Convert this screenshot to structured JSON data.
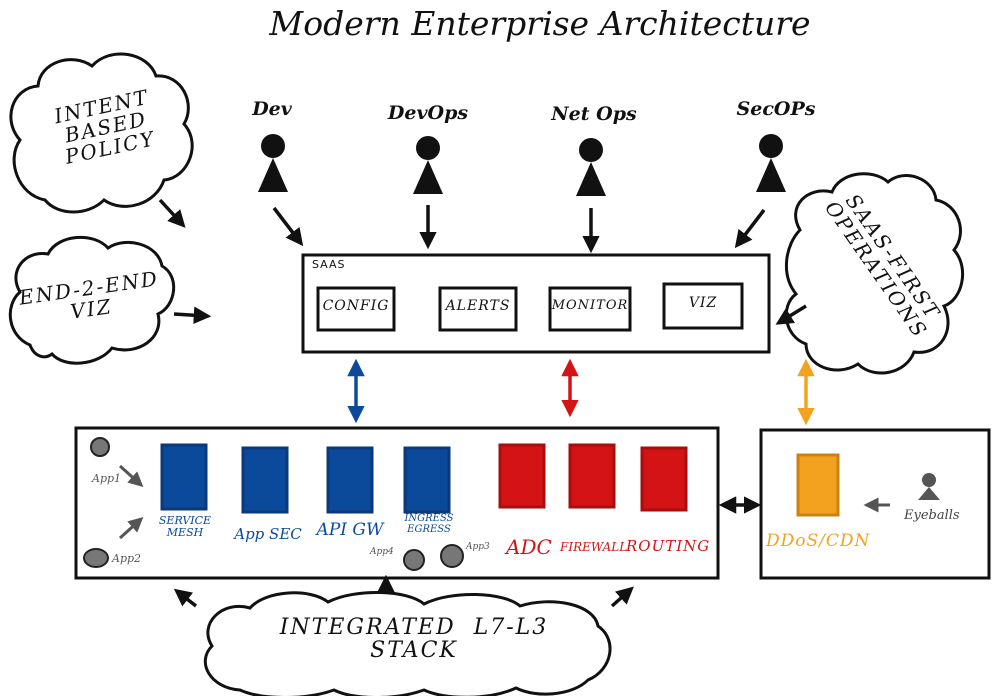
{
  "title": "Modern Enterprise Architecture",
  "personas": [
    "Dev",
    "DevOps",
    "Net Ops",
    "SecOPs"
  ],
  "clouds": {
    "intent": "INTENT\nBASED\nPOLICY",
    "viz": "END-2-END\nVIZ",
    "saas_first": "SAAS-FIRST\nOPERATIONS",
    "stack": "INTEGRATED  L7-L3\nSTACK"
  },
  "saas": {
    "label": "SAAS",
    "modules": [
      "CONFIG",
      "ALERTS",
      "MONITOR",
      "VIZ"
    ]
  },
  "stack": {
    "blue_labels": {
      "service_mesh": "SERVICE\nMESH",
      "app_sec": "App SEC",
      "api_gw": "API GW",
      "ingress": "INGRESS\nEGRESS"
    },
    "red_labels": {
      "adc": "ADC",
      "firewall": "FIREWALL",
      "routing": "ROUTING"
    },
    "apps": {
      "app1": "App1",
      "app2": "App2",
      "app3": "App3",
      "app4": "App4"
    }
  },
  "edge": {
    "ddos": "DDoS/CDN",
    "eyeballs": "Eyeballs"
  },
  "colors": {
    "blue": "#0b4a9a",
    "red": "#d41414",
    "orange": "#f2a21e",
    "gray": "#777777",
    "ink": "#111111"
  }
}
